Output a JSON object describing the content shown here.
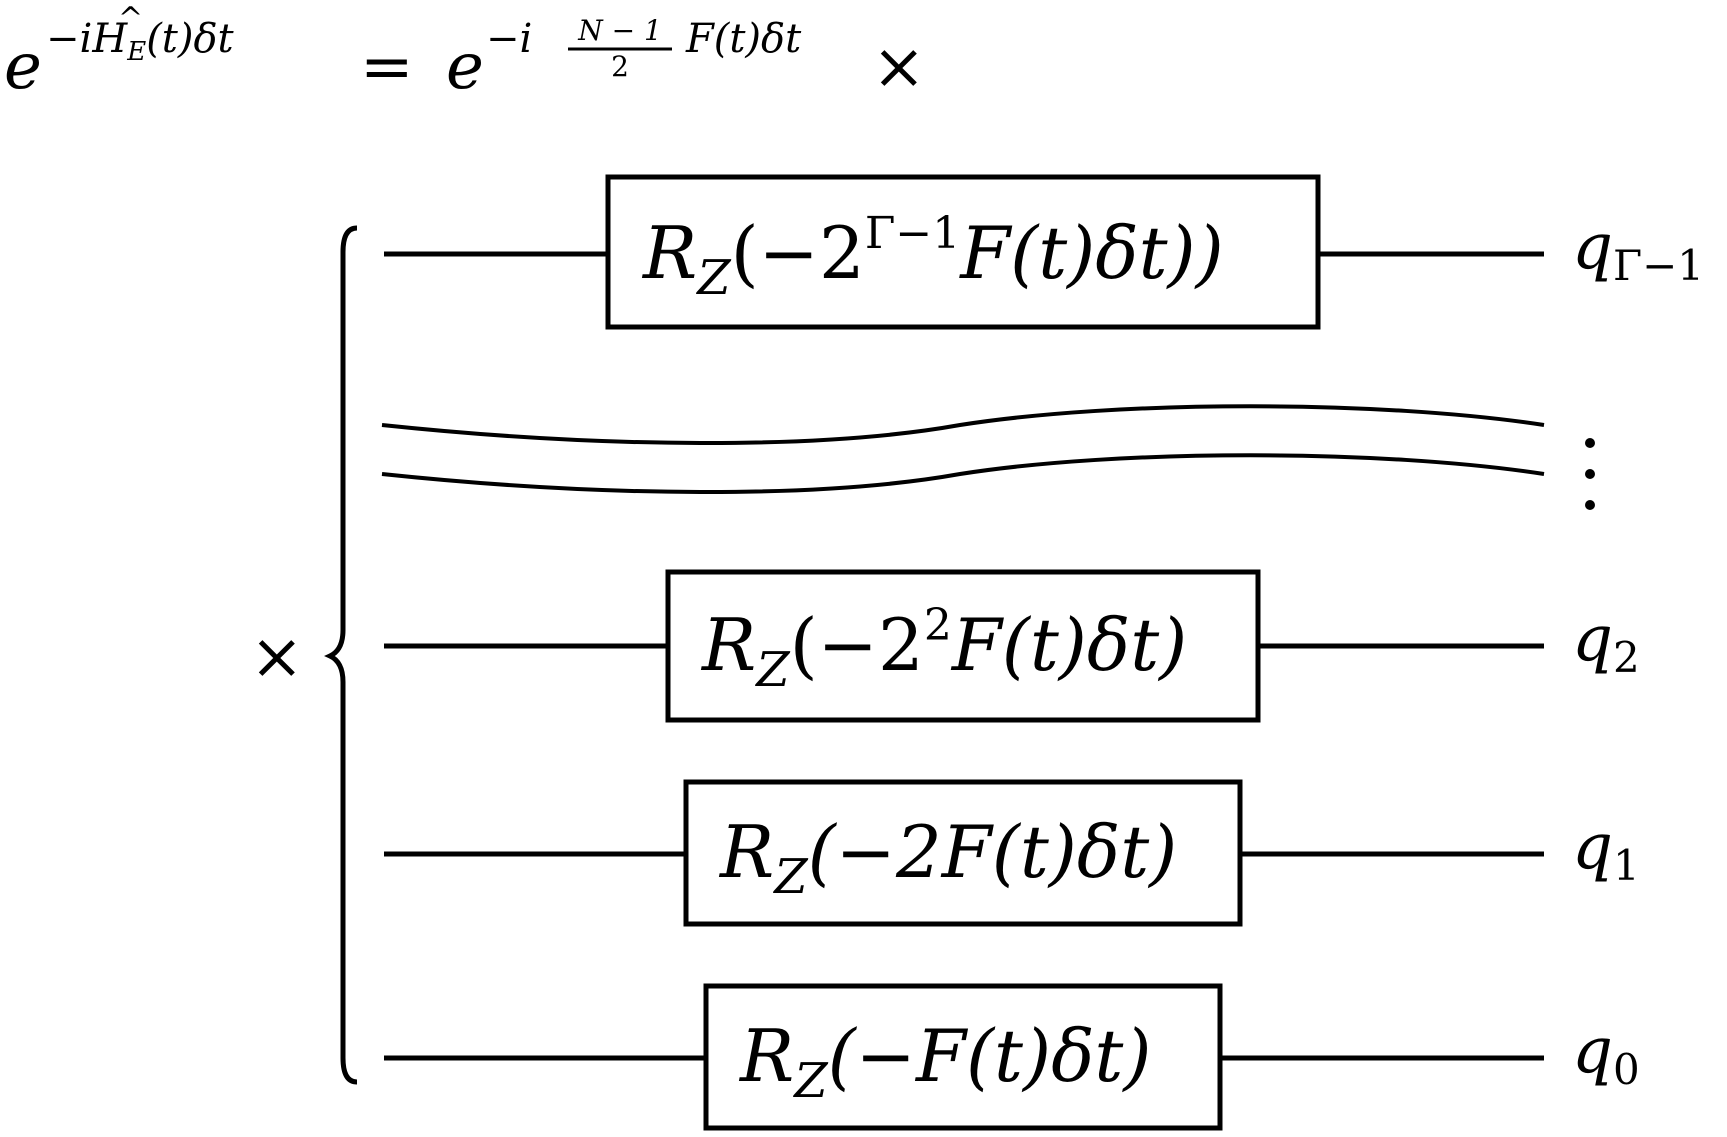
{
  "equation": {
    "lhs_base": "e",
    "lhs_exp_prefix": "−i",
    "lhs_exp_H": "H",
    "lhs_exp_hat": "^",
    "lhs_exp_sub": "E",
    "lhs_exp_suffix": "(t)δt",
    "equals": "=",
    "rhs_base": "e",
    "rhs_exp_prefix": "−i",
    "rhs_frac_num": "N − 1",
    "rhs_frac_den": "2",
    "rhs_exp_suffix": "F(t)δt",
    "times": "×"
  },
  "circuit": {
    "times_left": "×",
    "qubits": [
      {
        "gate_main": "R",
        "gate_sub": "Z",
        "gate_arg": "(−2",
        "gate_sup": "Γ−1",
        "gate_tail": "F(t)δt))",
        "label_main": "q",
        "label_sub": "Γ−1"
      },
      {
        "gate_main": "R",
        "gate_sub": "Z",
        "gate_arg": "(−2",
        "gate_sup": "2",
        "gate_tail": "F(t)δt)",
        "label_main": "q",
        "label_sub": "2"
      },
      {
        "gate_main": "R",
        "gate_sub": "Z",
        "gate_arg": "(−2F(t)δt)",
        "gate_sup": "",
        "gate_tail": "",
        "label_main": "q",
        "label_sub": "1"
      },
      {
        "gate_main": "R",
        "gate_sub": "Z",
        "gate_arg": "(−F(t)δt)",
        "gate_sup": "",
        "gate_tail": "",
        "label_main": "q",
        "label_sub": "0"
      }
    ],
    "ellipsis": "⋮"
  },
  "colors": {
    "ink": "#000000",
    "background": "#ffffff"
  }
}
